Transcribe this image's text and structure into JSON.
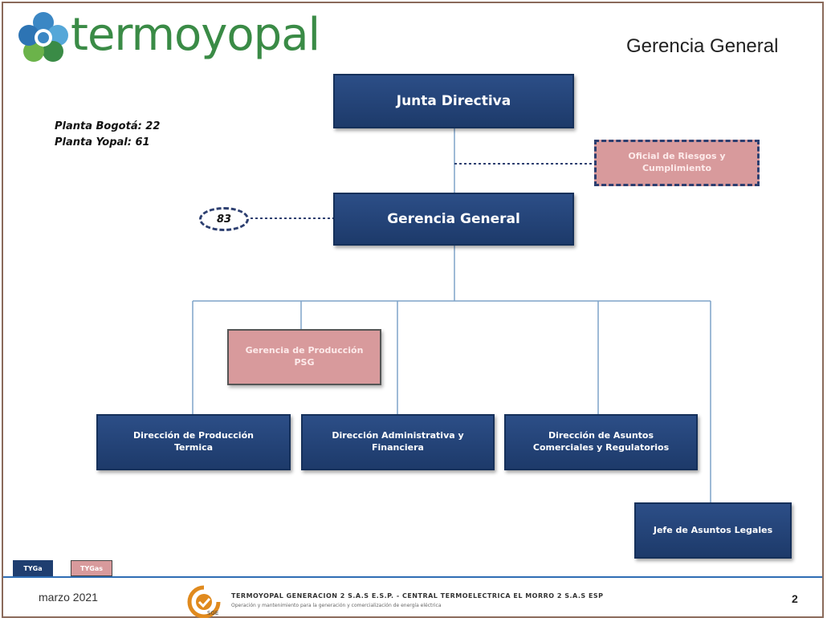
{
  "header": {
    "logo_text": "termoyopal",
    "title": "Gerencia General"
  },
  "plants": {
    "bogota": "Planta Bogotá: 22",
    "yopal": "Planta Yopal: 61"
  },
  "orgchart": {
    "board": "Junta Directiva",
    "risk_officer": "Oficial de Riesgos y Cumplimiento",
    "general_manager": "Gerencia General",
    "headcount": "83",
    "production_psg": "Gerencia de Producción PSG",
    "dir_production": "Dirección de Producción Termica",
    "dir_admin": "Dirección Administrativa y Financiera",
    "dir_commercial": "Dirección de Asuntos Comerciales y Regulatorios",
    "legal": "Jefe de Asuntos Legales"
  },
  "legend": [
    {
      "label": "TYGa",
      "color": "#1f3e70"
    },
    {
      "label": "TYGas",
      "color": "#d89a9c"
    }
  ],
  "footer": {
    "date": "marzo 2021",
    "company": "TERMOYOPAL GENERACION 2 S.A.S E.S.P. - CENTRAL TERMOELECTRICA EL MORRO 2 S.A.S ESP",
    "subtitle": "Operación y mantenimiento para la generación y comercialización de energía eléctrica",
    "badge": "SGE",
    "page": "2"
  },
  "colors": {
    "navy": "#1f3e70",
    "pink": "#d89a9c",
    "accent_line": "#2e6db4",
    "logo_green": "#3a8b46"
  }
}
